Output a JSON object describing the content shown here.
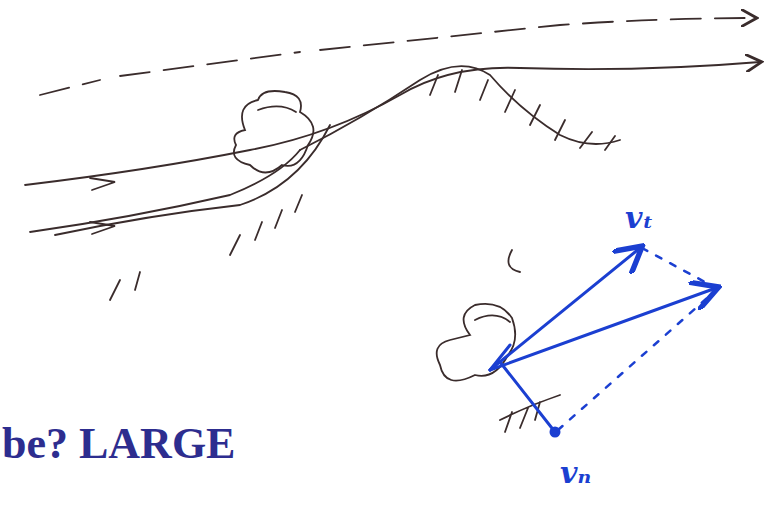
{
  "diagram": {
    "labels": [
      "vₜ",
      "vₙ",
      "be? LARGE"
    ]
  }
}
